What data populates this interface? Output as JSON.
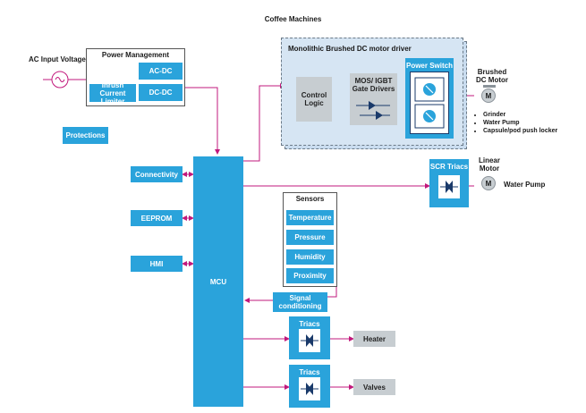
{
  "title": "Coffee Machines",
  "ac_input": "AC  Input Voltage",
  "power_management": {
    "title": "Power Management",
    "acdc": "AC-DC",
    "dcdc": "DC-DC",
    "inrush": "Inrush Current Limiter"
  },
  "protections": "Protections",
  "connectivity": "Connectivity",
  "eeprom": "EEPROM",
  "hmi": "HMI",
  "mcu": "MCU",
  "motor_driver": {
    "title": "Monolithic Brushed DC motor driver",
    "control_logic": "Control Logic",
    "gate_drivers": "MOS/ IGBT Gate Drivers",
    "power_switch": "Power Switch"
  },
  "brushed_motor": {
    "label": "Brushed DC Motor",
    "symbol": "M",
    "uses": [
      "Grinder",
      "Water Pump",
      "Capsule/pod push locker"
    ]
  },
  "scr_triacs": "SCR Triacs",
  "linear_motor": {
    "label": "Linear Motor",
    "symbol": "M",
    "load": "Water Pump"
  },
  "sensors": {
    "title": "Sensors",
    "items": [
      "Temperature",
      "Pressure",
      "Humidity",
      "Proximity"
    ]
  },
  "signal_conditioning": "Signal conditioning",
  "triacs_heater": {
    "label": "Triacs",
    "load": "Heater"
  },
  "triacs_valves": {
    "label": "Triacs",
    "load": "Valves"
  },
  "colors": {
    "block": "#2aa3db",
    "wire": "#c2187c",
    "gray": "#c7cdd1"
  }
}
